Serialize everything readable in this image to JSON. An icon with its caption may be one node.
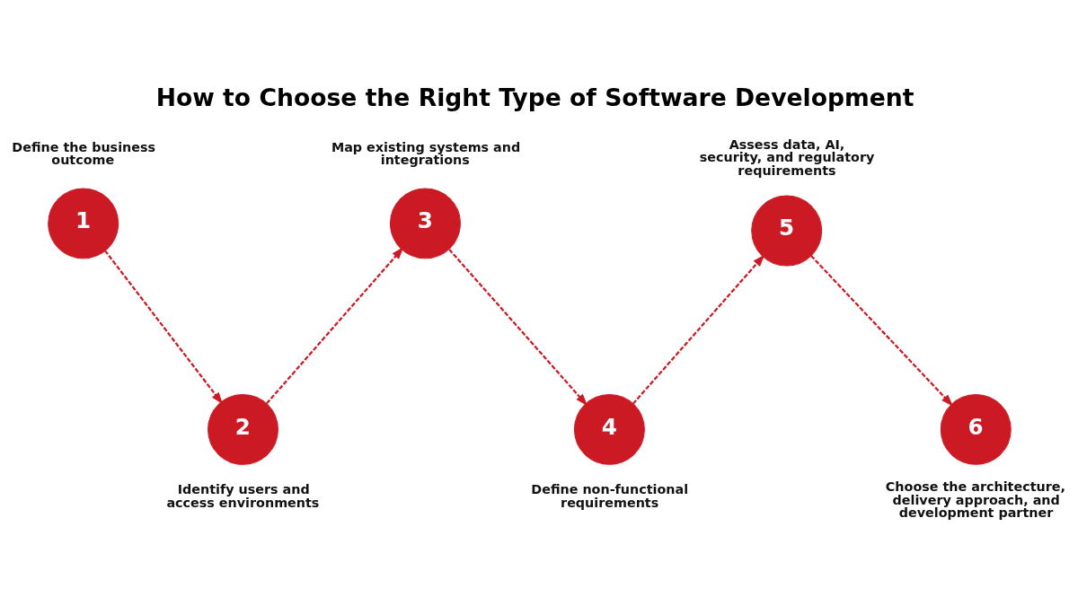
{
  "diagram": {
    "title": "How to Choose the Right Type of Software Development",
    "nodes": [
      {
        "text": [
          "1"
        ],
        "beside": [
          "Define the business outcome"
        ]
      },
      {
        "text": [
          "2"
        ],
        "beside": [
          "Identify users and access environments"
        ]
      },
      {
        "text": [
          "3"
        ],
        "beside": [
          "Map existing systems and integrations"
        ]
      },
      {
        "text": [
          "4"
        ],
        "beside": [
          "Define non-functional requirements"
        ]
      },
      {
        "text": [
          "5"
        ],
        "beside": [
          "Assess data, AI, security, and regulatory requirements"
        ]
      },
      {
        "text": [
          "6"
        ],
        "beside": [
          "Choose the architecture, delivery approach, and development partner"
        ]
      }
    ],
    "edges": [
      {
        "from": 0,
        "to": 1,
        "arrow": "to",
        "style": "dashed"
      },
      {
        "from": 1,
        "to": 2,
        "arrow": "to",
        "style": "dashed"
      },
      {
        "from": 2,
        "to": 3,
        "arrow": "to",
        "style": "dashed"
      },
      {
        "from": 3,
        "to": 4,
        "arrow": "to",
        "style": "dashed"
      },
      {
        "from": 4,
        "to": 5,
        "arrow": "to",
        "style": "dashed"
      }
    ]
  }
}
